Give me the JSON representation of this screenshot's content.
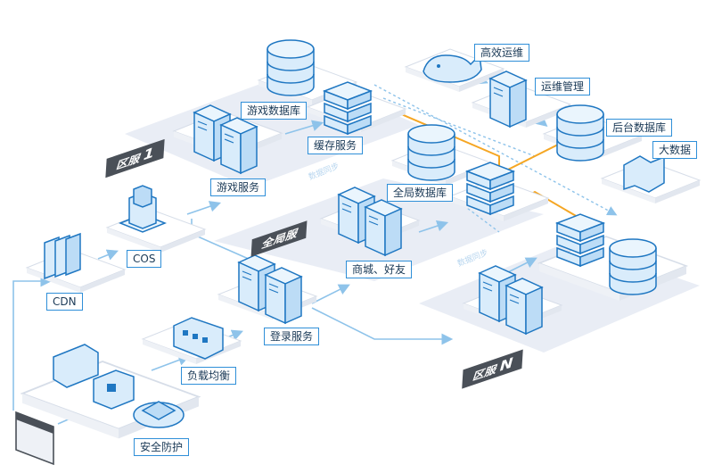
{
  "labels": {
    "game_db": "游戏数据库",
    "cache": "缓存服务",
    "game_service": "游戏服务",
    "ops_high": "高效运维",
    "ops_mgmt": "运维管理",
    "backend_db": "后台数据库",
    "big_data": "大数据",
    "global_db": "全局数据库",
    "mall_friends": "商城、好友",
    "login": "登录服务",
    "load_balance": "负载均衡",
    "security": "安全防护",
    "cdn": "CDN",
    "cos": "COS"
  },
  "zones": {
    "zone1_text": "区服",
    "zone1_num": "1",
    "global_zone": "全局服",
    "zoneN_text": "区服",
    "zoneN_num": "N"
  },
  "sync_labels": [
    "数据同步",
    "数据同步"
  ],
  "colors": {
    "accent_blue": "#2f8fd8",
    "orange_line": "#f5a623",
    "zone_bg": "#e9edf5",
    "icon_fill": "#d9ecfb"
  }
}
